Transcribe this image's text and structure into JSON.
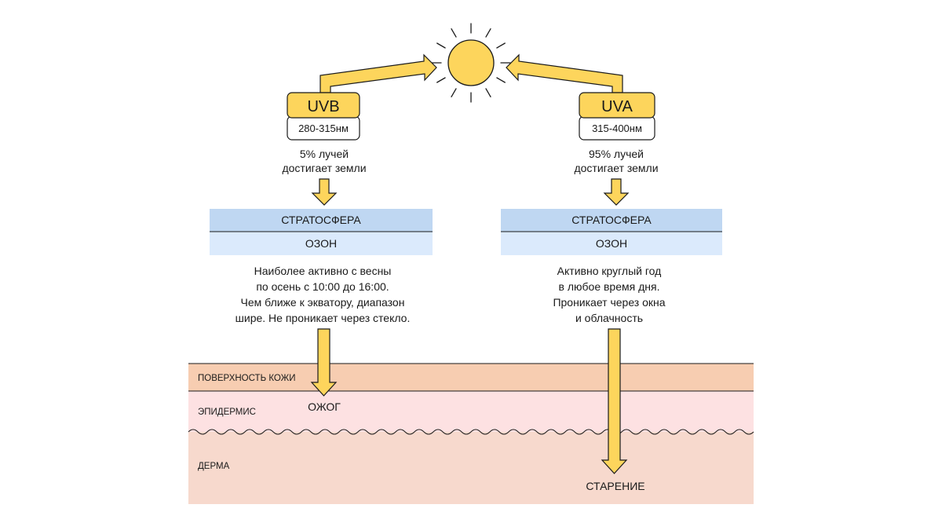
{
  "colors": {
    "sun": "#fdd55c",
    "arrow": "#fdd55c",
    "stroke": "#1a1a1a",
    "stratosphere": "#bfd7f2",
    "ozone": "#dbeafc",
    "skin_surface": "#f7cdb1",
    "epidermis": "#fde1e2",
    "dermis": "#f7d9cd"
  },
  "uvb": {
    "label": "UVB",
    "range": "280-315нм",
    "reach_line1": "5% лучей",
    "reach_line2": "достигает земли",
    "stratosphere": "СТРАТОСФЕРА",
    "ozone": "ОЗОН",
    "desc_line1": "Наиболее активно с весны",
    "desc_line2": "по осень с 10:00 до 16:00.",
    "desc_line3": "Чем ближе к экватору, диапазон",
    "desc_line4": "шире. Не проникает через стекло.",
    "effect": "ОЖОГ"
  },
  "uva": {
    "label": "UVA",
    "range": "315-400нм",
    "reach_line1": "95% лучей",
    "reach_line2": "достигает земли",
    "stratosphere": "СТРАТОСФЕРА",
    "ozone": "ОЗОН",
    "desc_line1": "Активно круглый год",
    "desc_line2": "в любое время дня.",
    "desc_line3": "Проникает через окна",
    "desc_line4": "и облачность",
    "effect": "СТАРЕНИЕ"
  },
  "skin": {
    "surface": "ПОВЕРХНОСТЬ КОЖИ",
    "epidermis": "ЭПИДЕРМИС",
    "dermis": "ДЕРМА"
  },
  "icons": {
    "sun": "sun-icon"
  }
}
